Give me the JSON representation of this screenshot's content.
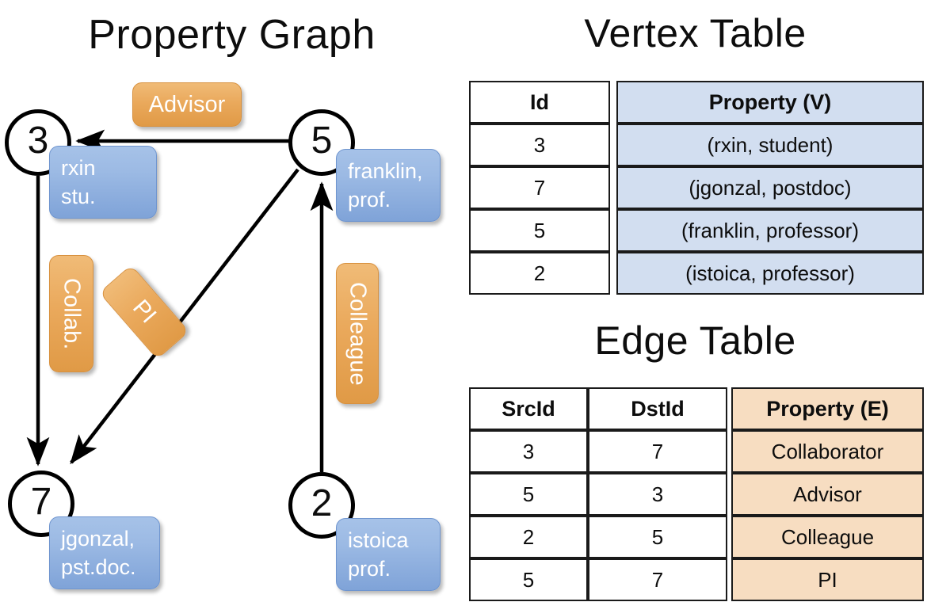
{
  "titles": {
    "graph": "Property Graph",
    "vertex_table": "Vertex Table",
    "edge_table": "Edge Table"
  },
  "graph": {
    "nodes": [
      {
        "id": "3",
        "property_label": "rxin\nstu.",
        "name": "rxin",
        "role": "stu."
      },
      {
        "id": "5",
        "property_label": "franklin,\nprof.",
        "name": "franklin,",
        "role": "prof."
      },
      {
        "id": "7",
        "property_label": "jgonzal,\npst.doc.",
        "name": "jgonzal,",
        "role": "pst.doc."
      },
      {
        "id": "2",
        "property_label": "istoica\nprof.",
        "name": "istoica",
        "role": "prof."
      }
    ],
    "node_values": {
      "n3": "3",
      "n5": "5",
      "n7": "7",
      "n2": "2"
    },
    "vertex_boxes": {
      "rxin_line1": "rxin",
      "rxin_line2": "stu.",
      "franklin_line1": "franklin,",
      "franklin_line2": "prof.",
      "jgonzal_line1": "jgonzal,",
      "jgonzal_line2": "pst.doc.",
      "istoica_line1": "istoica",
      "istoica_line2": "prof."
    },
    "edge_labels": {
      "advisor": "Advisor",
      "collab": "Collab.",
      "pi": "PI",
      "colleague": "Colleague"
    },
    "edges": [
      {
        "from": "5",
        "to": "3",
        "label": "Advisor"
      },
      {
        "from": "3",
        "to": "7",
        "label": "Collab."
      },
      {
        "from": "5",
        "to": "7",
        "label": "PI"
      },
      {
        "from": "2",
        "to": "5",
        "label": "Colleague"
      }
    ]
  },
  "vertex_table": {
    "headers": [
      "Id",
      "Property (V)"
    ],
    "rows": [
      {
        "id": "3",
        "property": "(rxin, student)"
      },
      {
        "id": "7",
        "property": "(jgonzal, postdoc)"
      },
      {
        "id": "5",
        "property": "(franklin, professor)"
      },
      {
        "id": "2",
        "property": "(istoica, professor)"
      }
    ]
  },
  "edge_table": {
    "headers": [
      "SrcId",
      "DstId",
      "Property (E)"
    ],
    "rows": [
      {
        "src": "3",
        "dst": "7",
        "property": "Collaborator"
      },
      {
        "src": "5",
        "dst": "3",
        "property": "Advisor"
      },
      {
        "src": "2",
        "dst": "5",
        "property": "Colleague"
      },
      {
        "src": "5",
        "dst": "7",
        "property": "PI"
      }
    ]
  },
  "colors": {
    "vertex_cell": "#d2def0",
    "edge_cell": "#f7ddc1",
    "vertex_box": "#9cbae4",
    "edge_box": "#eaa95c",
    "stroke": "#000000"
  }
}
